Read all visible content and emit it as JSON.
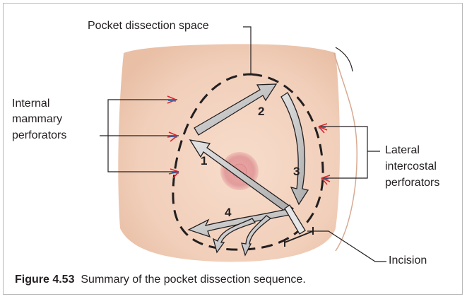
{
  "labels": {
    "pocket_space": "Pocket dissection space",
    "internal": [
      "Internal",
      "mammary",
      "perforators"
    ],
    "lateral": [
      "Lateral",
      "intercostal",
      "perforators"
    ],
    "incision": "Incision"
  },
  "steps": [
    "1",
    "2",
    "3",
    "4"
  ],
  "caption": {
    "number": "Figure 4.53",
    "text": "Summary of the pocket dissection sequence."
  },
  "colors": {
    "skin": "#f3d3bf",
    "areola": "#e7a3a0",
    "arrow_fill": "#c9c9c9",
    "line": "#231f20",
    "artery": "#d7262b",
    "vein": "#2f6fb5"
  }
}
